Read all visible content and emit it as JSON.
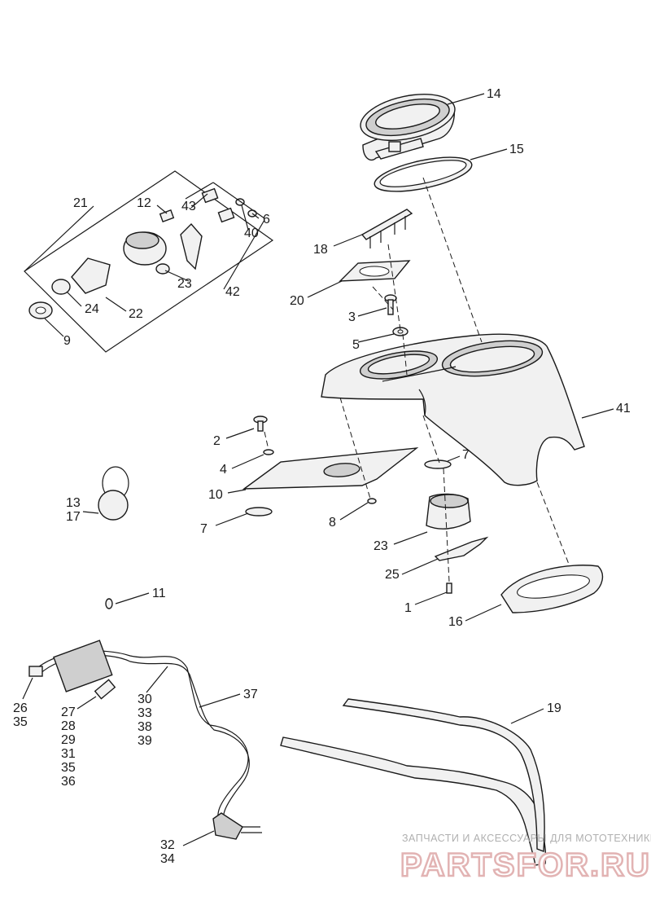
{
  "watermark": {
    "tagline": "ЗАПЧАСТИ И АКСЕССУАРЫ ДЛЯ МОТОТЕХНИКИ",
    "brand": "PARTSFOR.RU"
  },
  "callouts": [
    {
      "id": "c14",
      "lines": [
        "14"
      ]
    },
    {
      "id": "c15",
      "lines": [
        "15"
      ]
    },
    {
      "id": "c21",
      "lines": [
        "21"
      ]
    },
    {
      "id": "c12",
      "lines": [
        "12"
      ]
    },
    {
      "id": "c43",
      "lines": [
        "43"
      ]
    },
    {
      "id": "c6",
      "lines": [
        "6"
      ]
    },
    {
      "id": "c40",
      "lines": [
        "40"
      ]
    },
    {
      "id": "c18",
      "lines": [
        "18"
      ]
    },
    {
      "id": "c20",
      "lines": [
        "20"
      ]
    },
    {
      "id": "c23a",
      "lines": [
        "23"
      ]
    },
    {
      "id": "c42",
      "lines": [
        "42"
      ]
    },
    {
      "id": "c24",
      "lines": [
        "24"
      ]
    },
    {
      "id": "c22",
      "lines": [
        "22"
      ]
    },
    {
      "id": "c9",
      "lines": [
        "9"
      ]
    },
    {
      "id": "c3",
      "lines": [
        "3"
      ]
    },
    {
      "id": "c5",
      "lines": [
        "5"
      ]
    },
    {
      "id": "c41",
      "lines": [
        "41"
      ]
    },
    {
      "id": "c2",
      "lines": [
        "2"
      ]
    },
    {
      "id": "c4",
      "lines": [
        "4"
      ]
    },
    {
      "id": "c7a",
      "lines": [
        "7"
      ]
    },
    {
      "id": "c10",
      "lines": [
        "10"
      ]
    },
    {
      "id": "c13",
      "lines": [
        "13",
        "17"
      ]
    },
    {
      "id": "c7b",
      "lines": [
        "7"
      ]
    },
    {
      "id": "c8",
      "lines": [
        "8"
      ]
    },
    {
      "id": "c23b",
      "lines": [
        "23"
      ]
    },
    {
      "id": "c25",
      "lines": [
        "25"
      ]
    },
    {
      "id": "c11",
      "lines": [
        "11"
      ]
    },
    {
      "id": "c1",
      "lines": [
        "1"
      ]
    },
    {
      "id": "c16",
      "lines": [
        "16"
      ]
    },
    {
      "id": "c37",
      "lines": [
        "37"
      ]
    },
    {
      "id": "c26",
      "lines": [
        "26",
        "35"
      ]
    },
    {
      "id": "c30",
      "lines": [
        "30",
        "33",
        "38",
        "39"
      ]
    },
    {
      "id": "c27",
      "lines": [
        "27",
        "28",
        "29",
        "31",
        "35",
        "36"
      ]
    },
    {
      "id": "c19",
      "lines": [
        "19"
      ]
    },
    {
      "id": "c32",
      "lines": [
        "32",
        "34"
      ]
    }
  ]
}
